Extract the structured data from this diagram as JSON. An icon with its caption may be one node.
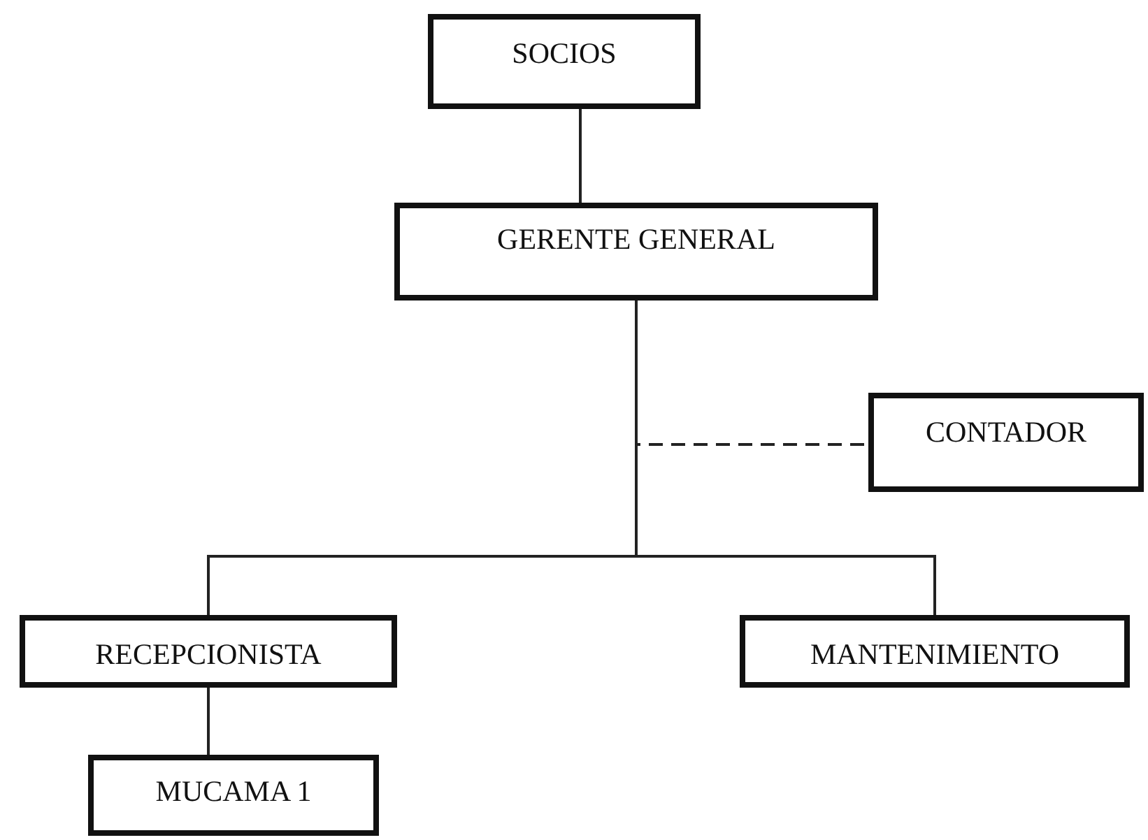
{
  "diagram": {
    "nodes": [
      {
        "text": [
          "SOCIOS"
        ]
      },
      {
        "text": [
          "GERENTE GENERAL"
        ]
      },
      {
        "text": [
          "CONTADOR"
        ]
      },
      {
        "text": [
          "RECEPCIONISTA"
        ]
      },
      {
        "text": [
          "MANTENIMIENTO"
        ]
      },
      {
        "text": [
          "MUCAMA 1"
        ]
      }
    ],
    "edges": [
      {
        "from": 0,
        "to": 1,
        "arrow": "none"
      },
      {
        "from": 1,
        "to": 2,
        "arrow": "none",
        "style": "dashed"
      },
      {
        "from": 1,
        "to": 3,
        "arrow": "none"
      },
      {
        "from": 1,
        "to": 4,
        "arrow": "none"
      },
      {
        "from": 3,
        "to": 5,
        "arrow": "none"
      }
    ]
  }
}
